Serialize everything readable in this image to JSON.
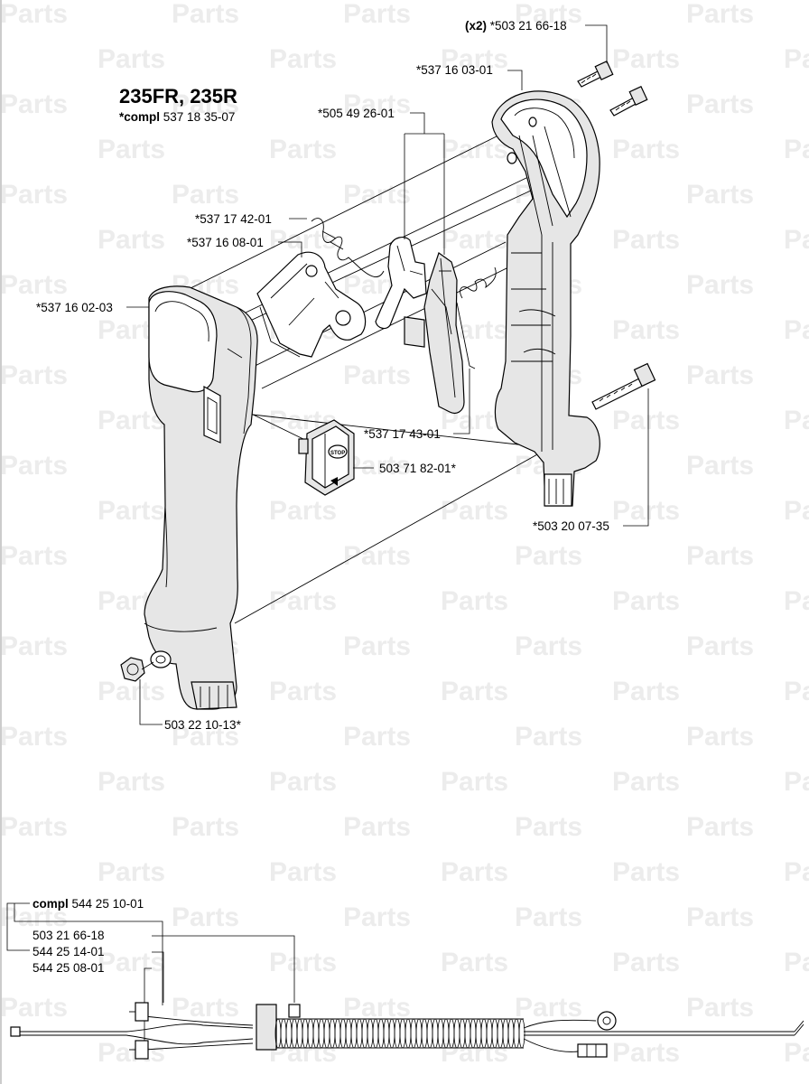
{
  "watermark": "Parts",
  "title": {
    "model": "235FR, 235R",
    "compl_prefix": "*compl",
    "compl_number": "537 18 35-07"
  },
  "labels": {
    "screw_qty": "(x2)",
    "screw_top": "*503 21 66-18",
    "handle_half_right": "*537 16 03-01",
    "throttle_lever": "*505 49 26-01",
    "spring_lock": "*537 17 42-01",
    "throttle_lock": "*537 16 08-01",
    "handle_half_left": "*537 16 02-03",
    "spring_throttle": "*537 17 43-01",
    "stop_switch": "503 71 82-01*",
    "screw_bottom": "*503 20 07-35",
    "nut": "503 22 10-13*"
  },
  "cable_set": {
    "compl_prefix": "compl",
    "compl_number": "544 25 10-01",
    "part_a": "503 21 66-18",
    "part_b": "544 25 14-01",
    "part_c": "544 25 08-01"
  },
  "switch_text": "STOP"
}
